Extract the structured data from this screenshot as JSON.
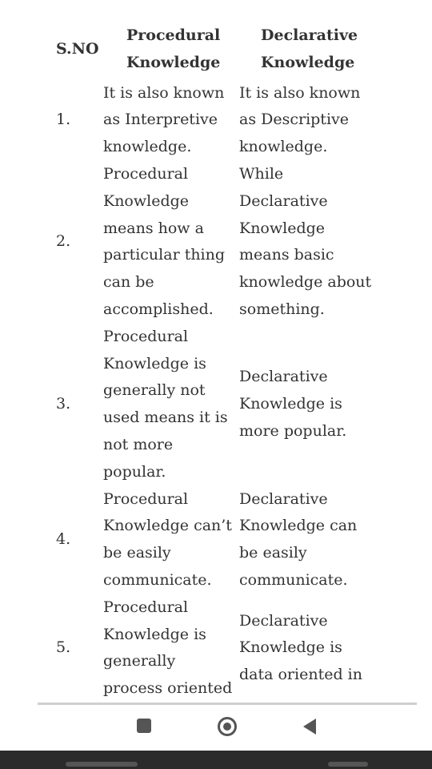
{
  "table": {
    "headers": {
      "sno": "S.NO",
      "procedural_line1": "Procedural",
      "procedural_line2": "Knowledge",
      "declarative_line1": "Declarative",
      "declarative_line2": "Knowledge"
    },
    "rows": [
      {
        "sno": "1.",
        "procedural": [
          "It is also known",
          "as Interpretive",
          "knowledge."
        ],
        "declarative": [
          "It is also known",
          "as Descriptive",
          "knowledge."
        ]
      },
      {
        "sno": "2.",
        "procedural": [
          "Procedural",
          "Knowledge",
          "means how a",
          "particular thing",
          "can be",
          "accomplished."
        ],
        "declarative": [
          "While",
          "Declarative",
          "Knowledge",
          "means basic",
          "knowledge about",
          "something."
        ]
      },
      {
        "sno": "3.",
        "procedural": [
          "Procedural",
          "Knowledge is",
          "generally not",
          "used means it is",
          "not more",
          "popular."
        ],
        "declarative": [
          "Declarative",
          "Knowledge is",
          "more popular."
        ]
      },
      {
        "sno": "4.",
        "procedural": [
          "Procedural",
          "Knowledge can’t",
          "be easily",
          "communicate."
        ],
        "declarative": [
          "Declarative",
          "Knowledge can",
          "be easily",
          "communicate."
        ]
      },
      {
        "sno": "5.",
        "procedural": [
          "Procedural",
          "Knowledge is",
          "generally",
          "process oriented"
        ],
        "declarative": [
          "Declarative",
          "Knowledge is",
          "data oriented in"
        ]
      }
    ]
  },
  "navbar": {
    "recents_icon": "square-icon",
    "home_icon": "circle-icon",
    "back_icon": "triangle-back-icon"
  }
}
